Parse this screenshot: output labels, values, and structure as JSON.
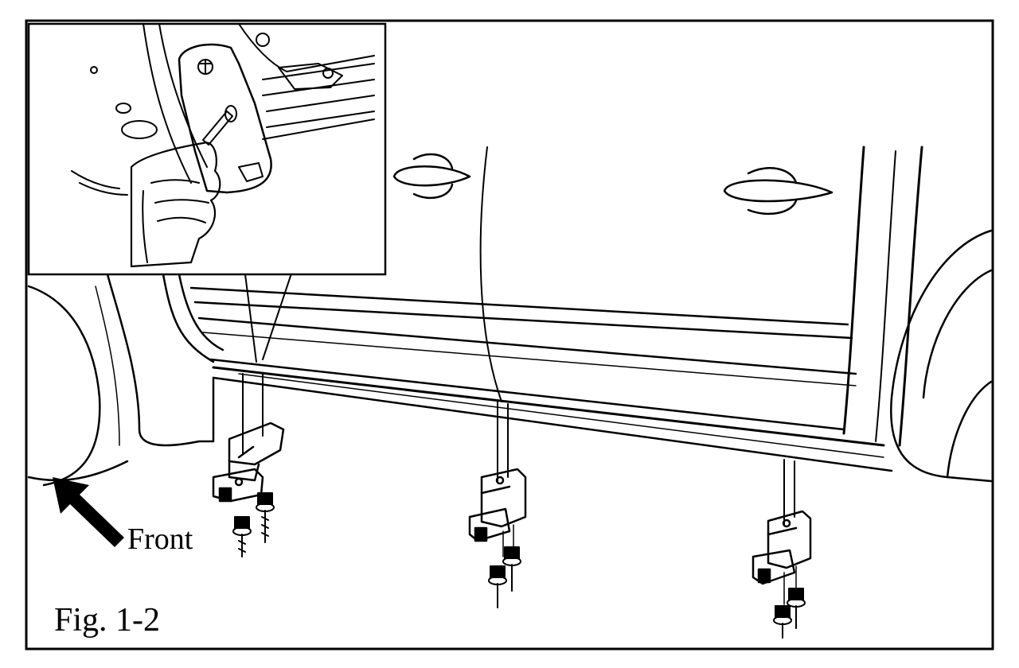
{
  "labels": {
    "front": "Front",
    "figure": "Fig. 1-2"
  },
  "colors": {
    "ink": "#000000",
    "paper": "#ffffff"
  },
  "parts": {
    "brackets": 3,
    "bolts_per_bracket": 2
  }
}
